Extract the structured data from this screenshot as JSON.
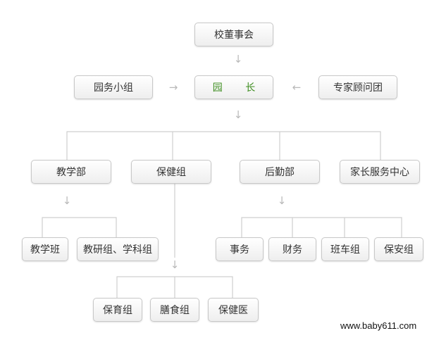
{
  "colors": {
    "box_border": "#c8c8c8",
    "line": "#cfcfcf",
    "arrow": "#b9b9b9",
    "text": "#333333",
    "accent_text": "#3d8d1f"
  },
  "nodes": {
    "board": "校董事会",
    "director": "园 长",
    "garden_affairs_group": "园务小组",
    "expert_group": "专家顾问团",
    "teaching_dept": "教学部",
    "health_group": "保健组",
    "logistics_dept": "后勤部",
    "parent_center": "家长服务中心",
    "teaching_classes": "教学班",
    "research_groups": "教研组、学科组",
    "affairs": "事务",
    "finance": "财务",
    "bus_group": "班车组",
    "security_group": "保安组",
    "childcare_group": "保育组",
    "meals_group": "膳食组",
    "health_doctor": "保健医"
  },
  "arrows": {
    "down": "↓",
    "right": "→",
    "left": "←"
  },
  "watermark": "www.baby611.com"
}
